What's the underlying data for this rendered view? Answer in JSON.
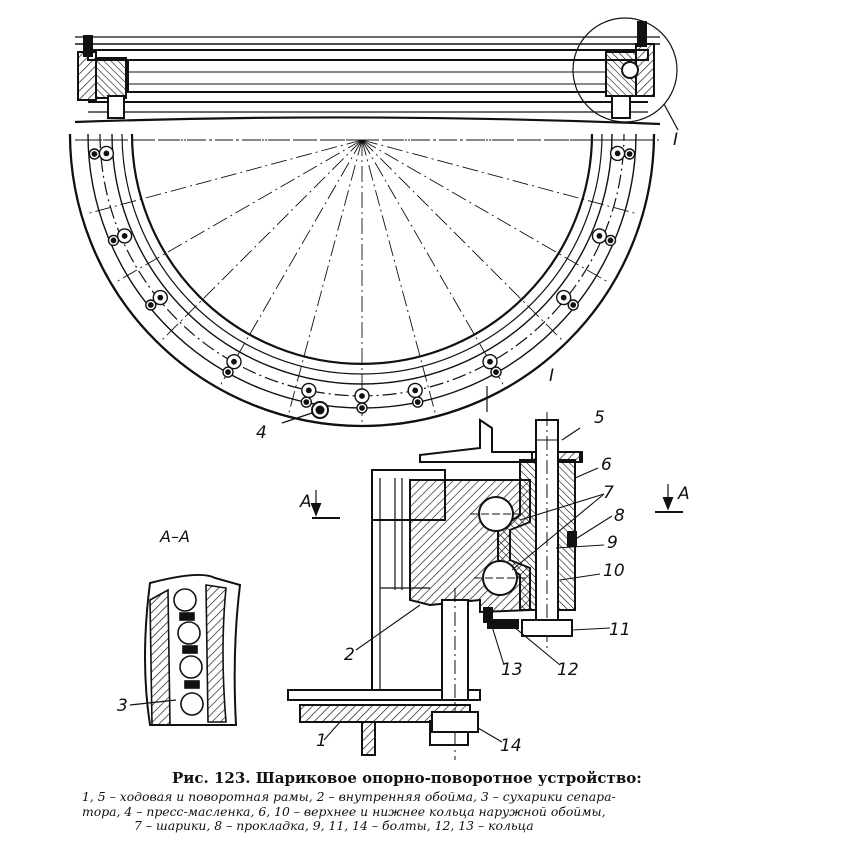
{
  "figure": {
    "caption_title": "Рис. 123. Шариковое опорно-поворотное устройство:",
    "caption_lines": [
      "1, 5 – ходовая и поворотная рамы, 2 – внутренняя обойма, 3 – сухарики сепара-",
      "тора, 4 – пресс-масленка, 6, 10 – верхнее и нижнее кольца наружной обоймы,",
      "7 – шарики, 8 – прокладка, 9, 11, 14 – болты, 12, 13 – кольца"
    ]
  },
  "labels": {
    "detail_top": "I",
    "detail_bottom": "I",
    "section_left": "A",
    "section_right": "A",
    "section_view": "A–A",
    "p1": "1",
    "p2": "2",
    "p3": "3",
    "p4": "4",
    "p5": "5",
    "p6": "6",
    "p7": "7",
    "p8": "8",
    "p9": "9",
    "p10": "10",
    "p11": "11",
    "p12": "12",
    "p13": "13",
    "p14": "14"
  }
}
